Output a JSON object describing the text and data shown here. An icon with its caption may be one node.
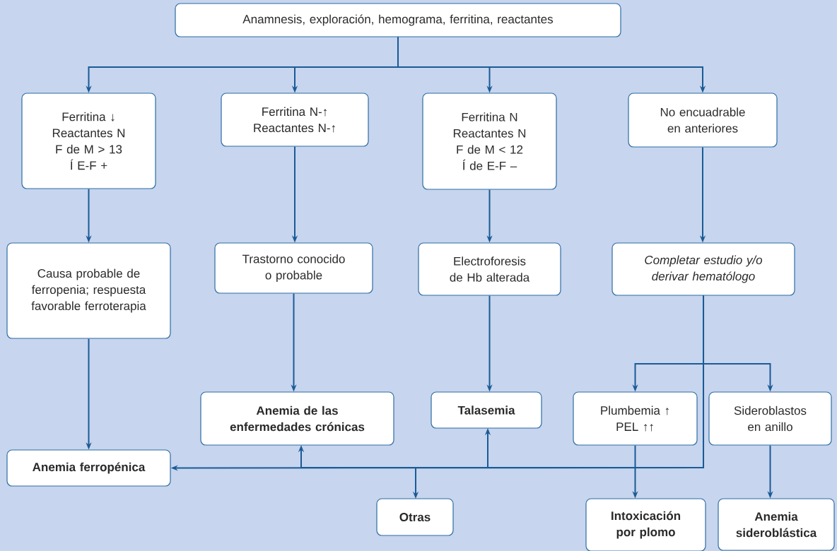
{
  "diagram": {
    "nodes": [
      {
        "text": [
          "Anamnesis, exploración, hemograma, ferritina, reactantes"
        ]
      },
      {
        "text": [
          "Ferritina ↓",
          "Reactantes N",
          "F de M > 13",
          "Í E-F +"
        ]
      },
      {
        "text": [
          "Ferritina N-↑",
          "Reactantes N-↑"
        ]
      },
      {
        "text": [
          "Ferritina N",
          "Reactantes N",
          "F de M < 12",
          "Í de E-F –"
        ]
      },
      {
        "text": [
          "No encuadrable en anteriores"
        ]
      },
      {
        "text": [
          "Causa probable de ferropenia; respuesta favorable ferroterapia"
        ]
      },
      {
        "text": [
          "Trastorno conocido o probable"
        ]
      },
      {
        "text": [
          "Electroforesis de Hb alterada"
        ]
      },
      {
        "text": [
          "Completar estudio y/o derivar hematólogo"
        ]
      },
      {
        "text": [
          "Anemia de las enfermedades crónicas"
        ]
      },
      {
        "text": [
          "Talasemia"
        ]
      },
      {
        "text": [
          "Plumbemia ↑",
          "PEL ↑↑"
        ]
      },
      {
        "text": [
          "Sideroblastos en anillo"
        ]
      },
      {
        "text": [
          "Anemia ferropénica"
        ]
      },
      {
        "text": [
          "Otras"
        ]
      },
      {
        "text": [
          "Intoxicación por plomo"
        ]
      },
      {
        "text": [
          "Anemia sideroblástica"
        ]
      }
    ],
    "edges": [
      {
        "from": 0,
        "to": 1,
        "arrow": "to"
      },
      {
        "from": 0,
        "to": 2,
        "arrow": "to"
      },
      {
        "from": 0,
        "to": 3,
        "arrow": "to"
      },
      {
        "from": 0,
        "to": 4,
        "arrow": "to"
      },
      {
        "from": 1,
        "to": 5,
        "arrow": "to"
      },
      {
        "from": 2,
        "to": 6,
        "arrow": "to"
      },
      {
        "from": 3,
        "to": 7,
        "arrow": "to"
      },
      {
        "from": 4,
        "to": 8,
        "arrow": "to"
      },
      {
        "from": 5,
        "to": 13,
        "arrow": "to"
      },
      {
        "from": 6,
        "to": 9,
        "arrow": "to"
      },
      {
        "from": 7,
        "to": 10,
        "arrow": "to"
      },
      {
        "from": 8,
        "to": 11,
        "arrow": "to"
      },
      {
        "from": 8,
        "to": 12,
        "arrow": "to"
      },
      {
        "from": 8,
        "to": 13,
        "arrow": "to"
      },
      {
        "from": 8,
        "to": 9,
        "arrow": "to"
      },
      {
        "from": 8,
        "to": 10,
        "arrow": "to"
      },
      {
        "from": 8,
        "to": 14,
        "arrow": "to"
      },
      {
        "from": 11,
        "to": 15,
        "arrow": "to"
      },
      {
        "from": 12,
        "to": 16,
        "arrow": "to"
      }
    ]
  }
}
